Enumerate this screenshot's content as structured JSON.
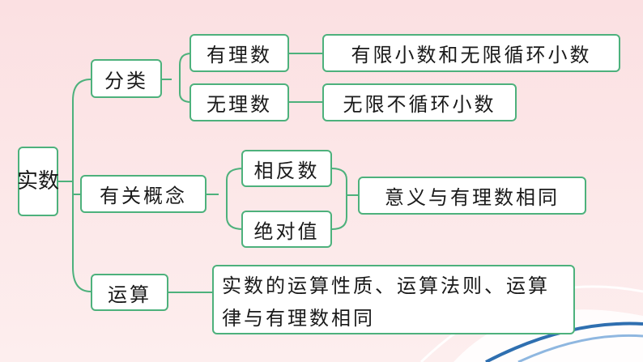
{
  "diagram": {
    "root": "实数",
    "branches": [
      {
        "label": "分类",
        "children": [
          {
            "label": "有理数",
            "desc": "有限小数和无限循环小数"
          },
          {
            "label": "无理数",
            "desc": "无限不循环小数"
          }
        ]
      },
      {
        "label": "有关概念",
        "children": [
          {
            "label": "相反数"
          },
          {
            "label": "绝对值"
          }
        ],
        "shared_desc": "意义与有理数相同"
      },
      {
        "label": "运算",
        "desc": "实数的运算性质、运算法则、运算律与有理数相同"
      }
    ]
  },
  "colors": {
    "background": "#fbe6e7",
    "border": "#4db17c",
    "text": "#1a1a1a"
  }
}
